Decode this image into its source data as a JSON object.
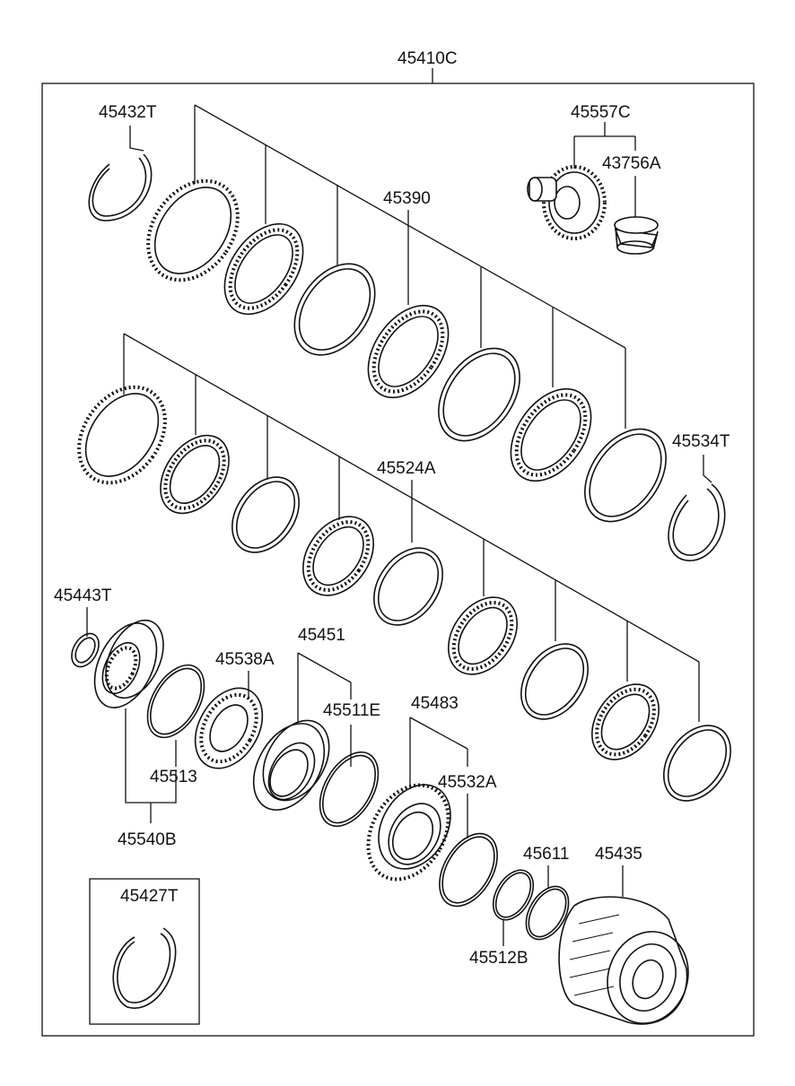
{
  "labels": {
    "p45410C": "45410C",
    "p45432T": "45432T",
    "p45557C": "45557C",
    "p43756A": "43756A",
    "p45390": "45390",
    "p45534T": "45534T",
    "p45524A": "45524A",
    "p45443T": "45443T",
    "p45451": "45451",
    "p45538A": "45538A",
    "p45511E": "45511E",
    "p45483": "45483",
    "p45513": "45513",
    "p45532A": "45532A",
    "p45540B": "45540B",
    "p45611": "45611",
    "p45435": "45435",
    "p45427T": "45427T",
    "p45512B": "45512B"
  }
}
